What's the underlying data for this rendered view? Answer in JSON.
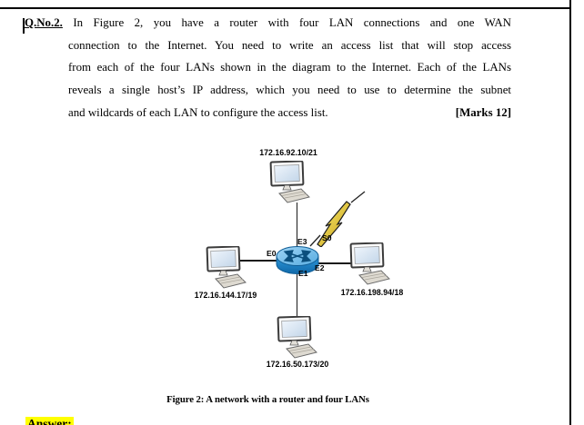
{
  "question": {
    "number": "Q.No.2.",
    "lines": [
      "In Figure 2, you have a router with four LAN connections and one WAN",
      "connection to the Internet. You need to write an access list that will stop access",
      "from each of the four LANs shown in the diagram to the Internet. Each of the LANs",
      "reveals a single host’s IP address, which you need to use to determine the subnet",
      "and wildcards of each LAN to configure the access list."
    ],
    "marks": "[Marks 12]"
  },
  "figure": {
    "caption": "Figure 2: A network with a router and four LANs",
    "hosts": {
      "top": "172.16.92.10/21",
      "left": "172.16.144.17/19",
      "right": "172.16.198.94/18",
      "bottom": "172.16.50.173/20"
    },
    "router_ports": {
      "e0": "E0",
      "e1": "E1",
      "e2": "E2",
      "e3": "E3",
      "s0": "S0"
    }
  },
  "answer": {
    "label": "Answer:"
  },
  "colors": {
    "highlight": "#ffff00",
    "wire": "#1a1a1a",
    "router-top": "#93cdf2",
    "router-side": "#1f86c8",
    "bolt-fill": "#e8d53f"
  }
}
